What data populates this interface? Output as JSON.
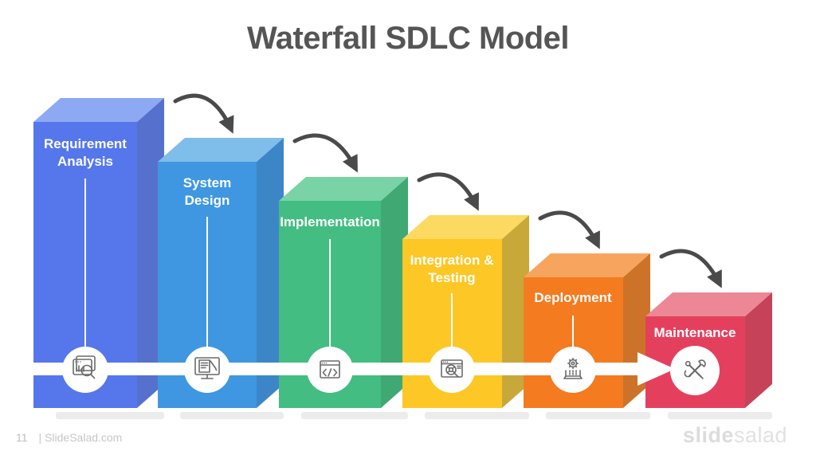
{
  "title": "Waterfall SDLC Model",
  "stages": [
    {
      "label": "Requirement Analysis",
      "icon": "analysis-browser-chart-magnifier",
      "front": "#5577eb",
      "top": "#8ea9f3",
      "side": "#5571cd"
    },
    {
      "label": "System Design",
      "icon": "monitor-document-pencil",
      "front": "#3e97e0",
      "top": "#7fbdeb",
      "side": "#3c86c8"
    },
    {
      "label": "Implementation",
      "icon": "browser-code",
      "front": "#43bd81",
      "top": "#79d3a6",
      "side": "#3fa873"
    },
    {
      "label": "Integration & Testing",
      "icon": "browser-bug-magnifier",
      "front": "#fdc726",
      "top": "#fcd960",
      "side": "#c9a83a"
    },
    {
      "label": "Deployment",
      "icon": "laptop-gear-upload",
      "front": "#f47b20",
      "top": "#f7a55e",
      "side": "#cc7329"
    },
    {
      "label": "Maintenance",
      "icon": "wrench-screwdriver-crossed",
      "front": "#e4405d",
      "top": "#ee8795",
      "side": "#c64258"
    }
  ],
  "colors": {
    "title_text": "#555555",
    "flow_arrow": "#4a4a4a",
    "process_band": "#ffffff",
    "icon_stroke": "#6a6a6a",
    "shadow": "#ececec",
    "label_text": "#ffffff"
  },
  "footer": {
    "page_number": "11",
    "source": "| SlideSalad.com",
    "brand_primary": "slide",
    "brand_secondary": "salad"
  }
}
